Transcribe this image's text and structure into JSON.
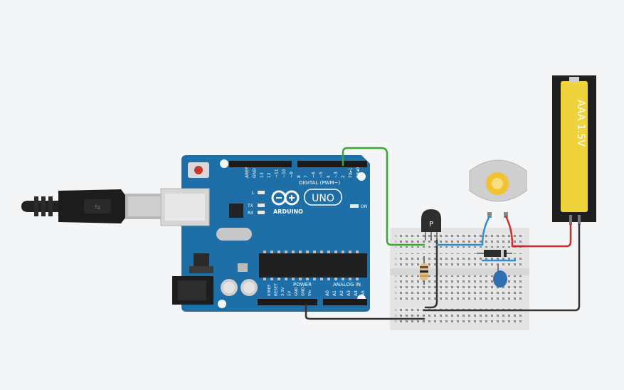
{
  "arduino": {
    "brand": "ARDUINO",
    "model": "UNO",
    "digital_label": "DIGITAL (PWM~)",
    "power_label": "POWER",
    "analog_label": "ANALOG IN",
    "on_label": "ON",
    "led_l": "L",
    "led_tx": "TX",
    "led_rx": "RX",
    "digital_pins": [
      "AREF",
      "GND",
      "13",
      "12",
      "~11",
      "~10",
      "~9",
      "8",
      "7",
      "~6",
      "~5",
      "4",
      "~3",
      "2",
      "TX▸1",
      "RX◂0"
    ],
    "power_pins": [
      "IOREF",
      "RESET",
      "3.3V",
      "5V",
      "GND",
      "GND",
      "Vin"
    ],
    "analog_pins": [
      "A0",
      "A1",
      "A2",
      "A3",
      "A4",
      "A5"
    ]
  },
  "transistor": {
    "label": "P"
  },
  "battery": {
    "label": "AAA 1.5V"
  },
  "colors": {
    "board": "#1e6fa8",
    "background": "#f4f5f7",
    "wire_green": "#3aaa35",
    "wire_red": "#d12b2b",
    "wire_black": "#333333",
    "wire_blue": "#2f8fd0",
    "battery_yellow": "#f0d23a"
  }
}
